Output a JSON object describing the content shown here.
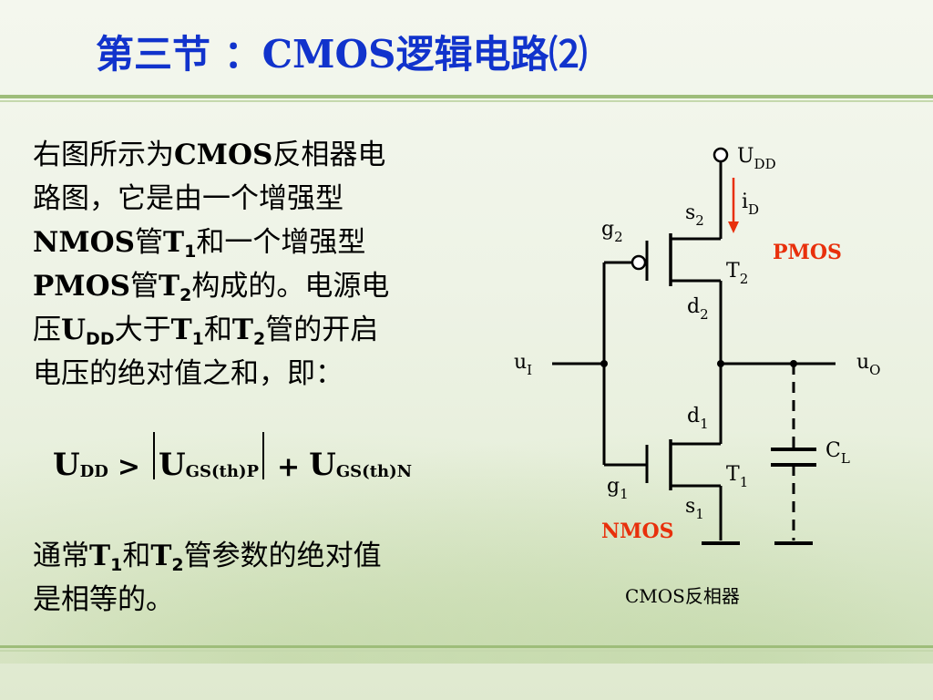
{
  "slide": {
    "title": "第三节 ：CMOS逻辑电路⑵"
  },
  "description": {
    "line1": "右图所示为",
    "line1_bold": "CMOS",
    "line1_end": "反相器电",
    "line2": "路图，它是由一个增强型",
    "line3_bold": "NMOS",
    "line3_mid": "管",
    "line3_t": "T",
    "line3_sub": "1",
    "line3_end": "和一个增强型",
    "line4_bold": "PMOS",
    "line4_mid": "管",
    "line4_t": "T",
    "line4_sub": "2",
    "line4_end": "构成的。电源电",
    "line5_a": "压",
    "line5_u": "U",
    "line5_udd_sub": "DD",
    "line5_b": "大于",
    "line5_t1": "T",
    "line5_t1_sub": "1",
    "line5_c": "和",
    "line5_t2": "T",
    "line5_t2_sub": "2",
    "line5_d": "管的开启",
    "line6": "电压的绝对值之和，即："
  },
  "formula": {
    "u1": "U",
    "u1_sub": "DD",
    "gt": ">",
    "u2": "U",
    "u2_sub": "GS(th)P",
    "plus": "+",
    "u3": "U",
    "u3_sub": "GS(th)N"
  },
  "note": {
    "a": "通常",
    "t1": "T",
    "t1_sub": "1",
    "b": "和",
    "t2": "T",
    "t2_sub": "2",
    "c": "管参数的绝对值",
    "line2": "是相等的。"
  },
  "circuit": {
    "udd": "U",
    "udd_sub": "DD",
    "id": "i",
    "id_sub": "D",
    "s2": "s",
    "s2_sub": "2",
    "g2": "g",
    "g2_sub": "2",
    "pmos": "PMOS",
    "t2": "T",
    "t2_sub": "2",
    "d2": "d",
    "d2_sub": "2",
    "ui": "u",
    "ui_sub": "I",
    "uo": "u",
    "uo_sub": "O",
    "d1": "d",
    "d1_sub": "1",
    "cl": "C",
    "cl_sub": "L",
    "t1": "T",
    "t1_sub": "1",
    "g1": "g",
    "g1_sub": "1",
    "s1": "s",
    "s1_sub": "1",
    "nmos": "NMOS",
    "caption": "CMOS反相器"
  },
  "colors": {
    "title": "#1133cc",
    "accent_red": "#e8300c",
    "rule": "#9ebd7a"
  }
}
